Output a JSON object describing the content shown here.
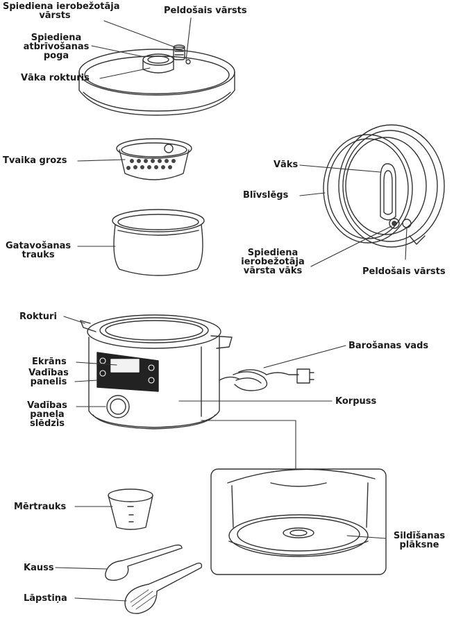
{
  "labels": {
    "pressure_limiter_valve": [
      "Spiediena ierobežotāja",
      "vārsts"
    ],
    "float_valve_top": "Peldošais vārsts",
    "pressure_release_button": [
      "Spiediena",
      "atbrīvošanas",
      "poga"
    ],
    "lid_handle": "Vāka rokturis",
    "steam_basket": "Tvaika grozs",
    "lid": "Vāks",
    "gasket": "Blīvslēgs",
    "cooking_bowl": [
      "Gatavošanas",
      "trauks"
    ],
    "pressure_limiter_valve_cover": [
      "Spiediena",
      "ierobežotāja",
      "vārsta vāks"
    ],
    "float_valve_bottom": "Peldošais vārsts",
    "handles": "Rokturi",
    "display": "Ekrāns",
    "control_panel": [
      "Vadības",
      "panelis"
    ],
    "control_knob": [
      "Vadības",
      "paneļa",
      "slēdzis"
    ],
    "power_cord": "Barošanas vads",
    "housing": "Korpuss",
    "measuring_cup": "Mērtrauks",
    "ladle": "Kauss",
    "spatula": "Lāpstiņa",
    "heating_plate": [
      "Sildīšanas",
      "plāksne"
    ]
  },
  "colors": {
    "ink": "#1a1a1a",
    "line": "#333333",
    "panel": "#222222"
  }
}
